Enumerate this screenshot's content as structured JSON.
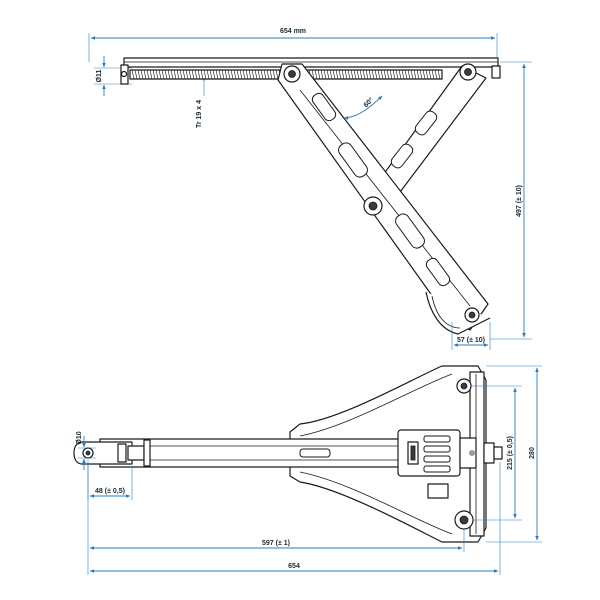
{
  "dimensions": {
    "top_length": "654 mm",
    "bolt_diameter": "Ø11",
    "thread": "Tr 19 x 4",
    "angle": "60°",
    "height": "497 (± 10)",
    "foot_offset": "57 (± 10)",
    "tube_diameter": "Ø10",
    "eye_offset": "48 (± 0,5)",
    "hole_spacing": "215 (± 0,5)",
    "base_width": "280",
    "pin_length": "597 (± 1)",
    "total_length": "654"
  },
  "colors": {
    "dimension_lines": "#2a7cc2",
    "outline": "#1a1a1a"
  }
}
